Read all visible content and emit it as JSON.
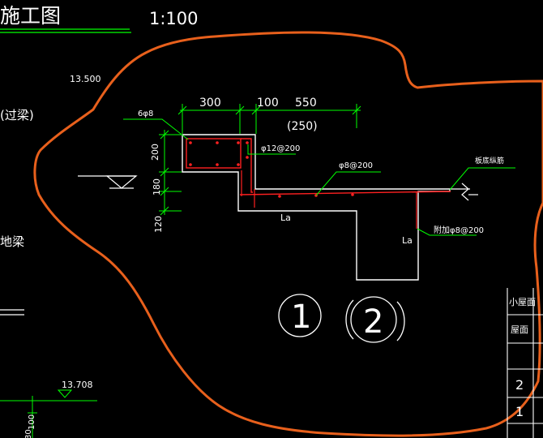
{
  "drawing": {
    "title_fragment": "施工图",
    "scale": "1:100",
    "left_labels": {
      "elevation_top": "13.500",
      "beam_note": "(过梁)",
      "ground_beam": "地梁",
      "elevation_bottom": "13.708",
      "bottom_dim": "100",
      "small_mark": "30"
    },
    "dimensions": {
      "top_300": "300",
      "top_100": "100",
      "top_550": "550",
      "top_250": "(250)",
      "left_200": "200",
      "left_180": "180",
      "left_120": "120"
    },
    "rebar": {
      "corner_bars": "6φ8",
      "stirrup_main": "φ12@200",
      "stirrup_mid": "φ8@200",
      "extra_stirrup": "附加φ8@200",
      "member_label": "板底纵筋",
      "anchor_1": "La",
      "anchor_2": "La"
    },
    "section_marks": {
      "mark_1": "1",
      "mark_2": "2"
    },
    "right_table": {
      "row_1": "小屋面",
      "row_2": "屋面",
      "row_3": "2",
      "row_4": "1"
    }
  },
  "colors": {
    "background": "#000000",
    "outline": "#ffffff",
    "dim_lines": "#00ff00",
    "rebar": "#ff2020",
    "cloud": "#e8601c",
    "text": "#ffffff"
  }
}
